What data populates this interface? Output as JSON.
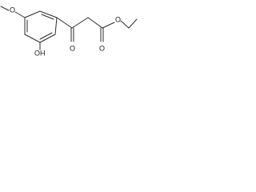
{
  "structure": {
    "atom_labels": {
      "methoxy_oxygen": "O",
      "hydroxyl": "OH",
      "ketone_oxygen": "O",
      "ester_carbonyl_oxygen": "O",
      "ester_oxygen": "O"
    },
    "colors": {
      "bond": "#2b2b2b",
      "label": "#1a1a1a",
      "background": "#ffffff"
    }
  }
}
